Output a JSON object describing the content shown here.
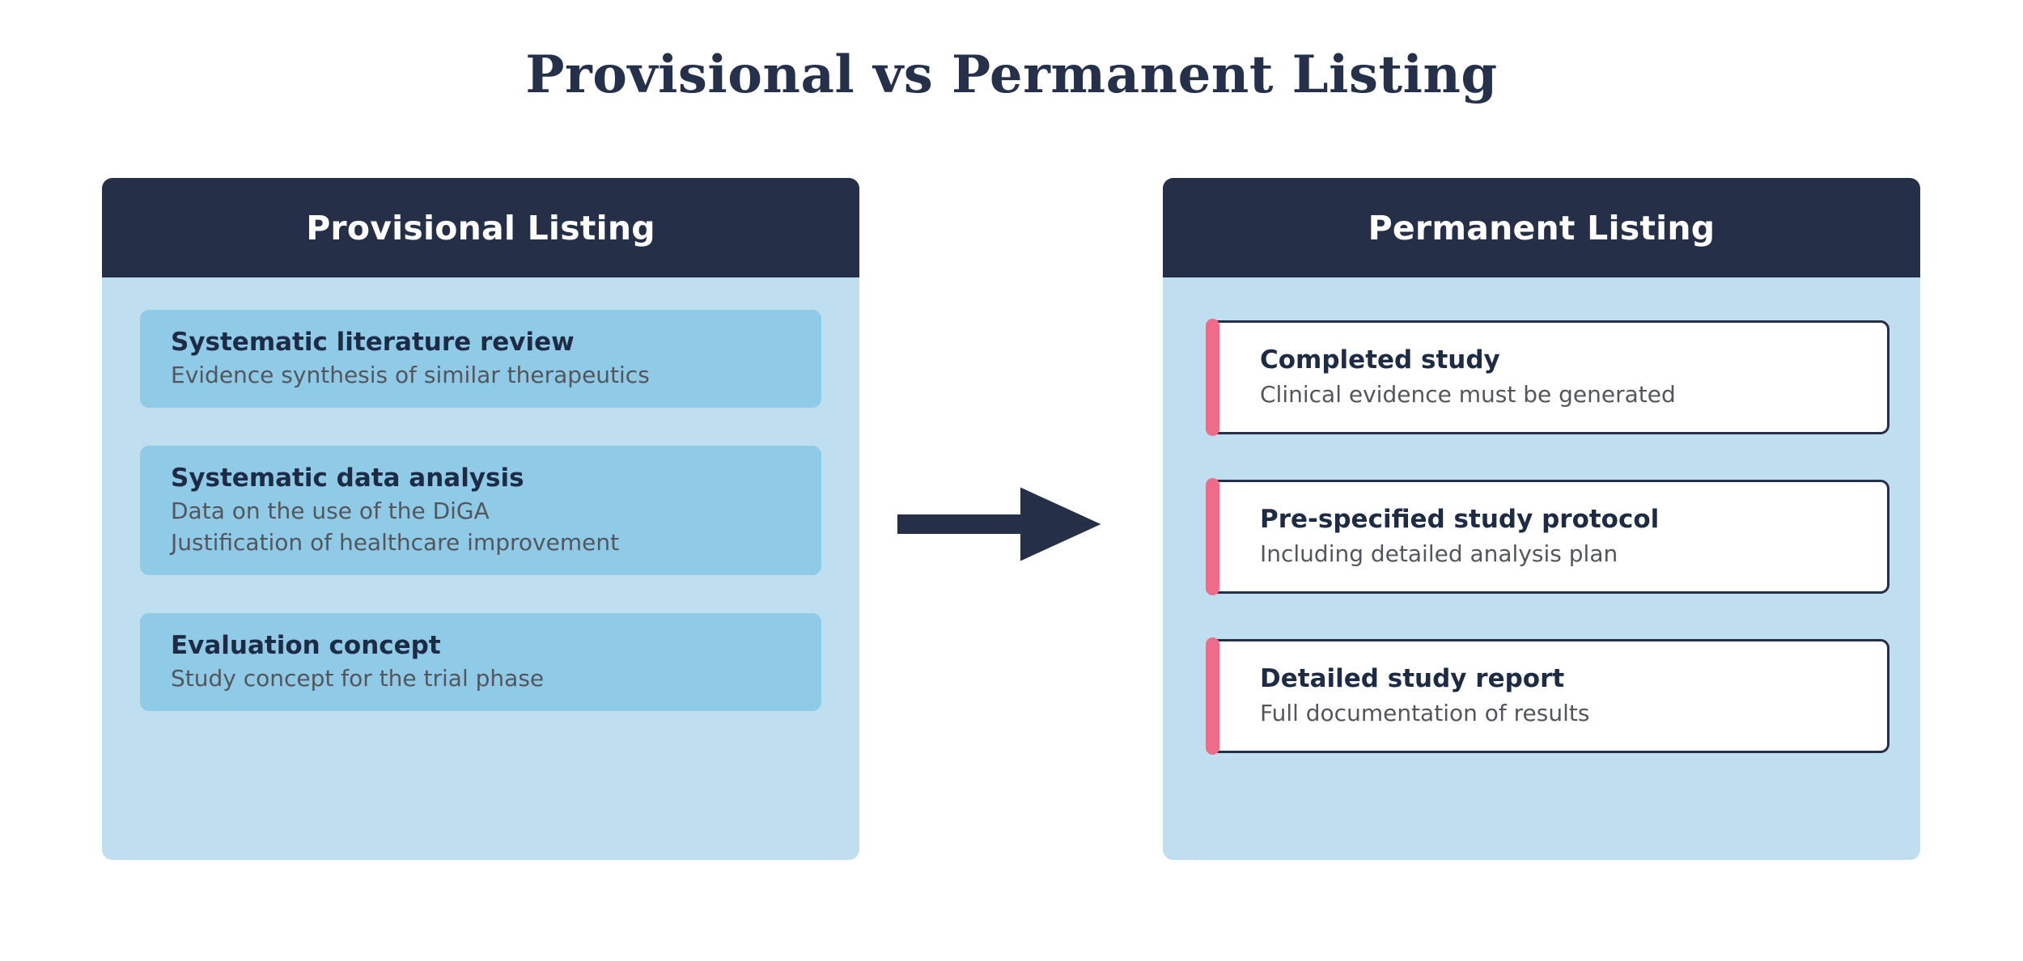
{
  "page": {
    "title": "Provisional vs Permanent Listing",
    "background_color": "#ffffff"
  },
  "colors": {
    "navy": "#262f48",
    "title_text": "#25304a",
    "panel_body_bg": "#bfdff0",
    "provisional_card_bg": "#8fcae6",
    "permanent_card_bg": "#ffffff",
    "permanent_card_border": "#262f48",
    "accent_pink": "#ef6b8a",
    "heading_text": "#1e2b45",
    "body_text": "#53565c",
    "header_text": "#ffffff"
  },
  "panels": {
    "left": {
      "header": "Provisional Listing",
      "cards": [
        {
          "title": "Systematic literature review",
          "lines": [
            "Evidence synthesis of similar therapeutics"
          ]
        },
        {
          "title": "Systematic data analysis",
          "lines": [
            "Data on the use of the DiGA",
            "Justification of healthcare improvement"
          ]
        },
        {
          "title": "Evaluation concept",
          "lines": [
            "Study concept for the trial phase"
          ]
        }
      ]
    },
    "right": {
      "header": "Permanent Listing",
      "cards": [
        {
          "title": "Completed study",
          "lines": [
            "Clinical evidence must be generated"
          ]
        },
        {
          "title": "Pre-specified study protocol",
          "lines": [
            "Including detailed analysis plan"
          ]
        },
        {
          "title": "Detailed study report",
          "lines": [
            "Full documentation of results"
          ]
        }
      ]
    }
  },
  "connector": {
    "icon": "right-arrow-icon",
    "direction": "left-to-right",
    "color": "#262f48"
  }
}
